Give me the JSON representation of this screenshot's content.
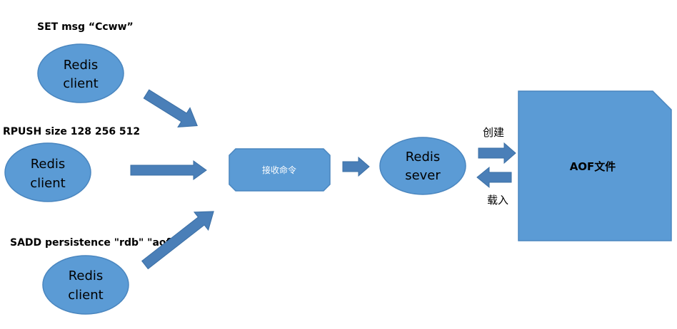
{
  "colors": {
    "node_fill": "#5b9bd5",
    "node_stroke": "#4a86bf",
    "arrow_fill": "#4a7fb8",
    "arrow_stroke": "#3b6fa5"
  },
  "commands": {
    "set": "SET  msg  “Ccww”",
    "rpush": "RPUSH size 128 256 512",
    "sadd": "SADD persistence \"rdb\" \"aof\""
  },
  "clients": [
    {
      "line1": "Redis",
      "line2": "client"
    },
    {
      "line1": "Redis",
      "line2": "client"
    },
    {
      "line1": "Redis",
      "line2": "client"
    }
  ],
  "receiver": {
    "label": "接收命令"
  },
  "server": {
    "line1": "Redis",
    "line2": "sever"
  },
  "aof": {
    "label": "AOF文件"
  },
  "edges": {
    "create": "创建",
    "load": "载入"
  }
}
